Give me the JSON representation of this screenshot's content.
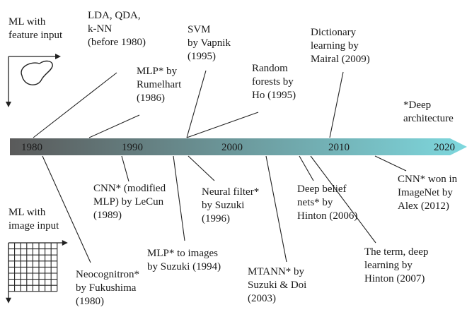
{
  "side_labels": {
    "feature_input": "ML with\nfeature input",
    "image_input": "ML with\nimage input"
  },
  "note": "*Deep\narchitecture",
  "axis": {
    "years": [
      "1980",
      "1990",
      "2000",
      "2010",
      "2020"
    ],
    "colors": {
      "start": "#5a5a5a",
      "end": "#7ed8de"
    }
  },
  "events_above": [
    {
      "id": "lda",
      "text": "LDA, QDA,\nk-NN\n(before 1980)"
    },
    {
      "id": "mlp-rumelhart",
      "text": "MLP* by\nRumelhart\n(1986)"
    },
    {
      "id": "svm",
      "text": "SVM\nby Vapnik\n(1995)"
    },
    {
      "id": "random-forests",
      "text": "Random\nforests by\nHo (1995)"
    },
    {
      "id": "dictionary",
      "text": "Dictionary\nlearning by\nMairal (2009)"
    }
  ],
  "events_below": [
    {
      "id": "neocognitron",
      "text": "Neocognitron*\nby Fukushima\n(1980)"
    },
    {
      "id": "cnn-lecun",
      "text": "CNN* (modified\nMLP) by LeCun\n(1989)"
    },
    {
      "id": "mlp-images",
      "text": "MLP* to images\nby Suzuki (1994)"
    },
    {
      "id": "neural-filter",
      "text": "Neural filter*\nby Suzuki\n(1996)"
    },
    {
      "id": "mtann",
      "text": "MTANN* by\nSuzuki & Doi\n(2003)"
    },
    {
      "id": "dbn",
      "text": "Deep belief\nnets* by\nHinton (2006)"
    },
    {
      "id": "deep-learning-term",
      "text": "The term, deep\nlearning by\nHinton (2007)"
    },
    {
      "id": "cnn-imagenet",
      "text": "CNN* won in\nImageNet by\nAlex (2012)"
    }
  ]
}
